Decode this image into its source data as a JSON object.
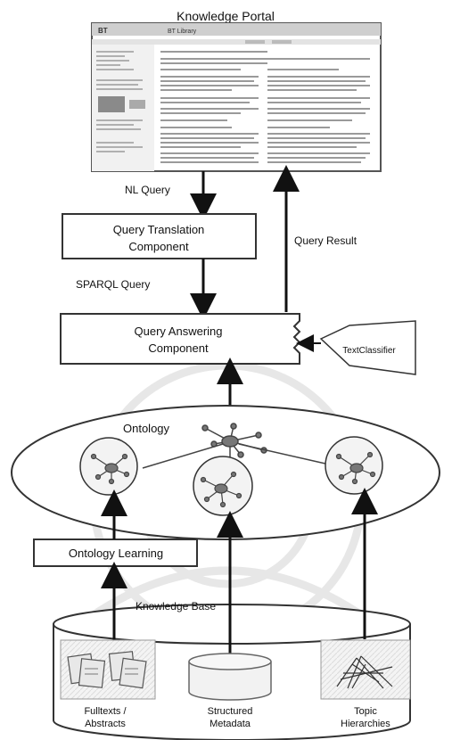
{
  "portal": {
    "title": "Knowledge Portal",
    "logo": "BT",
    "header": "BT Library"
  },
  "edges": {
    "nl_query": "NL Query",
    "sparql_query": "SPARQL Query",
    "query_result": "Query Result"
  },
  "components": {
    "query_translation": [
      "Query Translation",
      "Component"
    ],
    "query_answering": [
      "Query Answering",
      "Component"
    ],
    "text_classifier": "TextClassifier",
    "ontology_learning": "Ontology Learning"
  },
  "ontology": {
    "label": "Ontology"
  },
  "knowledge_base": {
    "label": "Knowledge Base",
    "sources": [
      [
        "Fulltexts /",
        "Abstracts"
      ],
      [
        "Structured",
        "Metadata"
      ],
      [
        "Topic",
        "Hierarchies"
      ]
    ]
  }
}
